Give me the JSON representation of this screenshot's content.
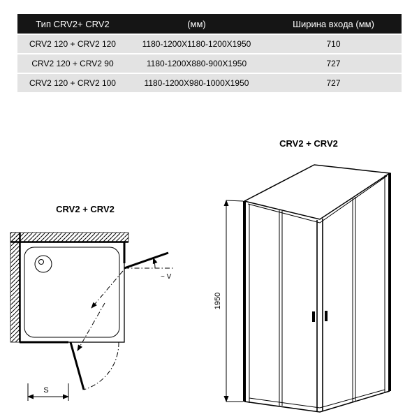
{
  "table": {
    "headers": [
      "Тип CRV2+ CRV2",
      "(мм)",
      "Ширина входа (мм)"
    ],
    "rows": [
      [
        "CRV2 120 + CRV2 120",
        "1180-1200X1180-1200X1950",
        "710"
      ],
      [
        "CRV2 120 + CRV2 90",
        "1180-1200X880-900X1950",
        "727"
      ],
      [
        "CRV2 120 + CRV2 100",
        "1180-1200X980-1000X1950",
        "727"
      ]
    ]
  },
  "diagrams": {
    "plan": {
      "title": "CRV2 + CRV2",
      "angle_label": "~ V",
      "width_label": "S"
    },
    "elevation": {
      "title": "CRV2 + CRV2",
      "height_label": "1950"
    }
  },
  "colors": {
    "table_header_bg": "#151515",
    "table_header_text": "#ffffff",
    "table_row_bg": "#e3e3e3",
    "line_color": "#000000"
  }
}
